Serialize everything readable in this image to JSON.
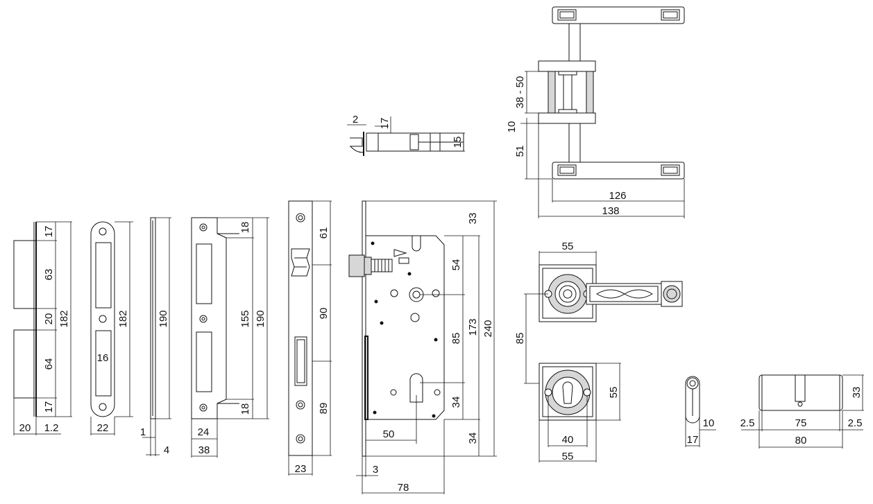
{
  "colors": {
    "line": "#111111",
    "background": "#ffffff",
    "fill": "#d7d7d7"
  },
  "dims": {
    "strike_17_top": "17",
    "strike_63": "63",
    "strike_20": "20",
    "strike_64": "64",
    "strike_17_bot": "17",
    "strike_182": "182",
    "strike_20_w": "20",
    "strike_1_2": "1.2",
    "plate_182": "182",
    "plate_16": "16",
    "plate_22": "22",
    "side_190": "190",
    "side_1": "1",
    "side_4": "4",
    "box_18_top": "18",
    "box_155": "155",
    "box_190": "190",
    "box_18_bot": "18",
    "box_24": "24",
    "box_38": "38",
    "face_61": "61",
    "face_90": "90",
    "face_89": "89",
    "face_23": "23",
    "body_33": "33",
    "body_54": "54",
    "body_85": "85",
    "body_173": "173",
    "body_240": "240",
    "body_34": "34",
    "body_34_b": "34",
    "body_50": "50",
    "body_3": "3",
    "body_78": "78",
    "spindle_2": "2",
    "spindle_17": "17",
    "spindle_15": "15",
    "handle_38_50": "38 - 50",
    "handle_10": "10",
    "handle_51": "51",
    "handle_126": "126",
    "handle_138": "138",
    "rose_55_top": "55",
    "rose_85": "85",
    "rose_55_right": "55",
    "rose_40": "40",
    "rose_55_bot": "55",
    "cyl_10": "10",
    "cyl_17": "17",
    "cyl_33": "33",
    "cyl_2_5_l": "2.5",
    "cyl_75": "75",
    "cyl_2_5_r": "2.5",
    "cyl_80": "80"
  }
}
